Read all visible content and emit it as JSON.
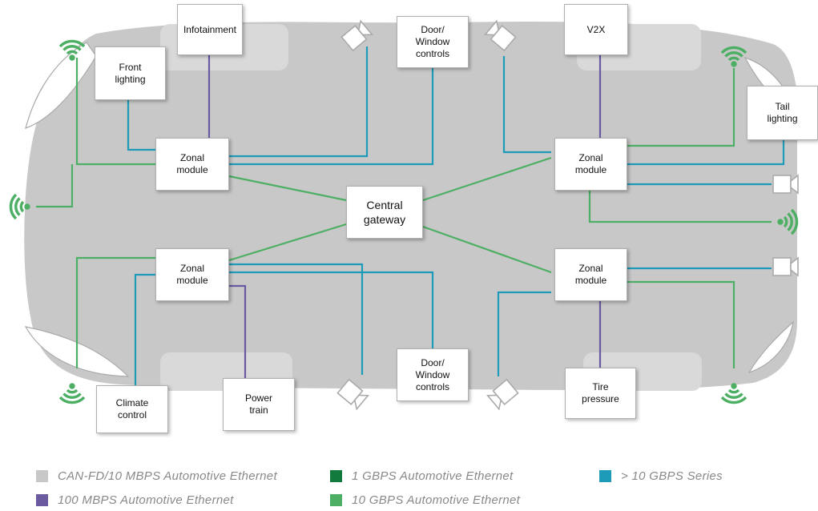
{
  "colors": {
    "can_fd": "#c8c8c8",
    "mbps100": "#6b5aa0",
    "gbps1": "#127a3d",
    "gbps10": "#4caf63",
    "gt10gbps": "#1e9bb8"
  },
  "nodes": {
    "infotainment": "Infotainment",
    "front_lighting": "Front\nlighting",
    "door_window_top": "Door/\nWindow\ncontrols",
    "v2x": "V2X",
    "tail_lighting": "Tail\nlighting",
    "zonal_tl": "Zonal\nmodule",
    "zonal_tr": "Zonal\nmodule",
    "zonal_bl": "Zonal\nmodule",
    "zonal_br": "Zonal\nmodule",
    "central_gateway": "Central\ngateway",
    "climate_control": "Climate\ncontrol",
    "power_train": "Power\ntrain",
    "door_window_bottom": "Door/\nWindow\ncontrols",
    "tire_pressure": "Tire\npressure"
  },
  "legend": {
    "can_fd": "CAN-FD/10 MBPS Automotive Ethernet",
    "gbps1": "1 GBPS Automotive Ethernet",
    "gt10gbps": "> 10 GBPS Series",
    "mbps100": "100 MBPS Automotive Ethernet",
    "gbps10": "10 GBPS Automotive Ethernet"
  },
  "icons": [
    "wifi-antenna-icon",
    "camera-icon"
  ]
}
